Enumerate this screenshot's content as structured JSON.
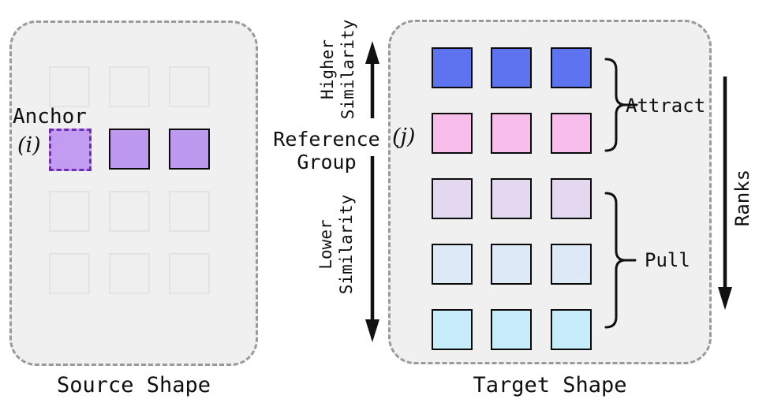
{
  "figure": {
    "type": "diagram",
    "description": "Rank-based similarity diagram: anchor point on source shape vs reference group ranks on target shape"
  },
  "palette": {
    "panel_bg": "#f0f0f0",
    "panel_border": "#9a9a9a",
    "faint_fill": "#efefef",
    "faint_border": "#e3e3e3",
    "source_highlight": "#bd99f0",
    "anchor_fill": "#c29cf0",
    "anchor_border": "#6f2db2",
    "square_border": "#0a0a0a",
    "arrow_color": "#111111",
    "target_rows": [
      "#5e73f0",
      "#f7bdeb",
      "#e3d8ef",
      "#dde9f6",
      "#c7ecfa"
    ]
  },
  "captions": {
    "source": "Source Shape",
    "target": "Target Shape"
  },
  "labels": {
    "anchor": "Anchor",
    "anchor_index": "(i)",
    "reference_l1": "Reference",
    "reference_l2": "Group",
    "reference_index": "(j)",
    "higher_l1": "Higher",
    "higher_l2": "Similarity",
    "lower_l1": "Lower",
    "lower_l2": "Similarity",
    "attract": "Attract",
    "pull": "Pull",
    "ranks": "Ranks"
  },
  "grids": {
    "source": {
      "rows": 4,
      "cols": 3,
      "highlighted_row": 2
    },
    "target": {
      "rows": 5,
      "cols": 3,
      "attract_rows": [
        1,
        2
      ],
      "pull_rows": [
        3,
        4,
        5
      ]
    }
  }
}
